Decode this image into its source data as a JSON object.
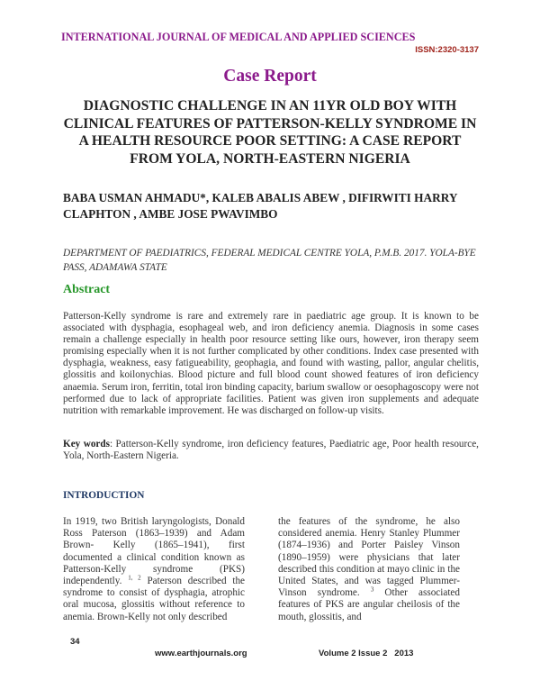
{
  "header": {
    "journal": "INTERNATIONAL JOURNAL OF MEDICAL AND APPLIED SCIENCES",
    "issn": "ISSN:2320-3137",
    "article_type": "Case Report"
  },
  "article": {
    "title": "DIAGNOSTIC CHALLENGE IN AN 11YR OLD BOY WITH CLINICAL FEATURES OF PATTERSON-KELLY SYNDROME IN A HEALTH RESOURCE POOR SETTING: A CASE REPORT FROM YOLA, NORTH-EASTERN NIGERIA",
    "authors": "BABA USMAN AHMADU*,  KALEB ABALIS ABEW , DIFIRWITI HARRY CLAPHTON , AMBE JOSE PWAVIMBO",
    "affiliation": "DEPARTMENT OF PAEDIATRICS, FEDERAL MEDICAL CENTRE YOLA, P.M.B. 2017. YOLA-BYE PASS, ADAMAWA STATE"
  },
  "abstract": {
    "heading": "Abstract",
    "text": "Patterson-Kelly syndrome is rare and extremely rare in paediatric age group. It is known to be associated with dysphagia, esophageal web, and iron deficiency anemia. Diagnosis in some cases remain a challenge especially in health poor resource setting like ours,  however, iron therapy seem promising especially when it is not further complicated by other conditions. Index case presented with dysphagia, weakness, easy fatigueability, geophagia, and found with wasting, pallor, angular chelitis, glossitis and koilonychias. Blood picture and full blood count showed features of iron deficiency anaemia. Serum iron, ferritin, total iron binding capacity, barium swallow or oesophagoscopy were not performed due to lack of appropriate facilities. Patient was given iron supplements and adequate nutrition with remarkable improvement. He was discharged on follow-up visits.",
    "keywords_label": "Key words",
    "keywords": ": Patterson-Kelly syndrome, iron deficiency features, Paediatric age, Poor health resource, Yola, North-Eastern Nigeria."
  },
  "introduction": {
    "heading": "INTRODUCTION",
    "left_col_a": "In 1919, two British laryngologists, Donald Ross Paterson (1863–1939) and Adam Brown- Kelly (1865–1941), first documented a clinical condition known as Patterson-Kelly syndrome (PKS) independently.",
    "left_sup": "1, 2",
    "left_col_b": " Paterson described the syndrome to consist of dysphagia, atrophic oral mucosa, glossitis without reference to anemia. Brown-Kelly not only described",
    "right_col_a": "the features of the syndrome, he also considered anemia. Henry Stanley Plummer (1874–1936) and Porter Paisley Vinson (1890–1959) were physicians that later described this condition at mayo clinic in the United States, and was tagged Plummer-Vinson syndrome.",
    "right_sup": "3",
    "right_col_b": " Other associated features of PKS are angular cheilosis of the mouth, glossitis, and"
  },
  "footer": {
    "page_number": "34",
    "website": "www.earthjournals.org",
    "volume": "Volume 2 Issue 2   2013"
  },
  "colors": {
    "journal_purple": "#8b1a8b",
    "issn_red": "#a0241c",
    "abstract_green": "#27972a",
    "intro_navy": "#1f3864"
  }
}
